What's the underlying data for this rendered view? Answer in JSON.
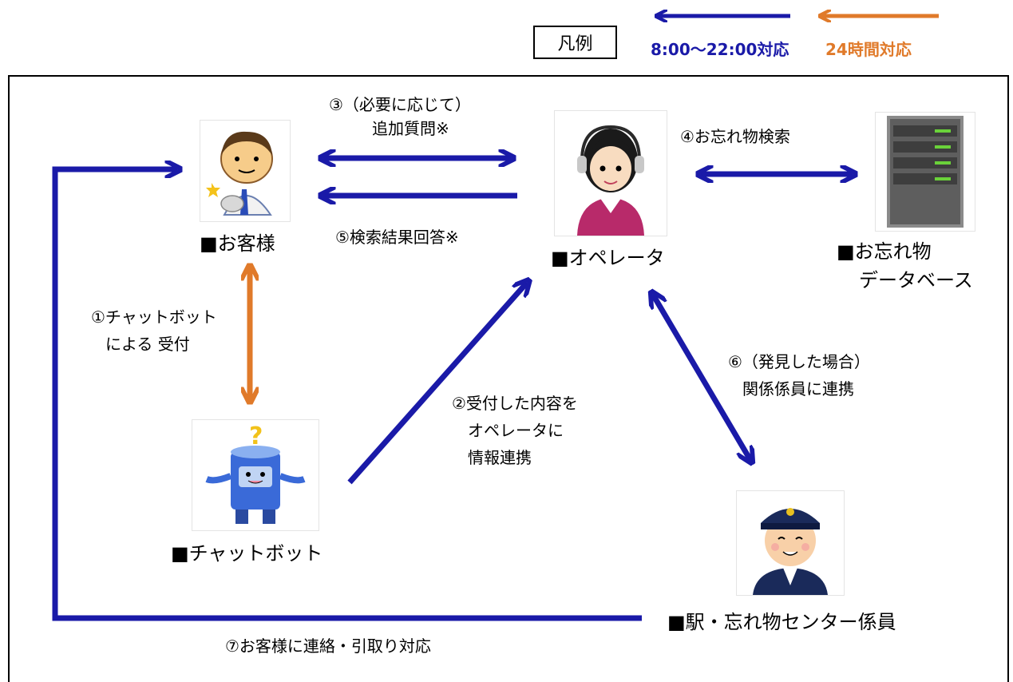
{
  "legend": {
    "box_label": "凡例",
    "blue_label": "8:00～22:00対応",
    "orange_label": "24時間対応",
    "blue_color": "#1a1aa8",
    "orange_color": "#e07a2a"
  },
  "nodes": {
    "customer": "■お客様",
    "operator": "■オペレータ",
    "database_line1": "■お忘れ物",
    "database_line2": "データベース",
    "chatbot": "■チャットボット",
    "staff": "■駅・忘れ物センター係員"
  },
  "steps": {
    "step1_line1": "①チャットボット",
    "step1_line2": "による 受付",
    "step2_line1": "②受付した内容を",
    "step2_line2": "オペレータに",
    "step2_line3": "情報連携",
    "step3_line1": "③（必要に応じて）",
    "step3_line2": "追加質問※",
    "step4": "④お忘れ物検索",
    "step5": "⑤検索結果回答※",
    "step6_line1": "⑥（発見した場合）",
    "step6_line2": "関係係員に連携",
    "step7": "⑦お客様に連絡・引取り対応"
  }
}
